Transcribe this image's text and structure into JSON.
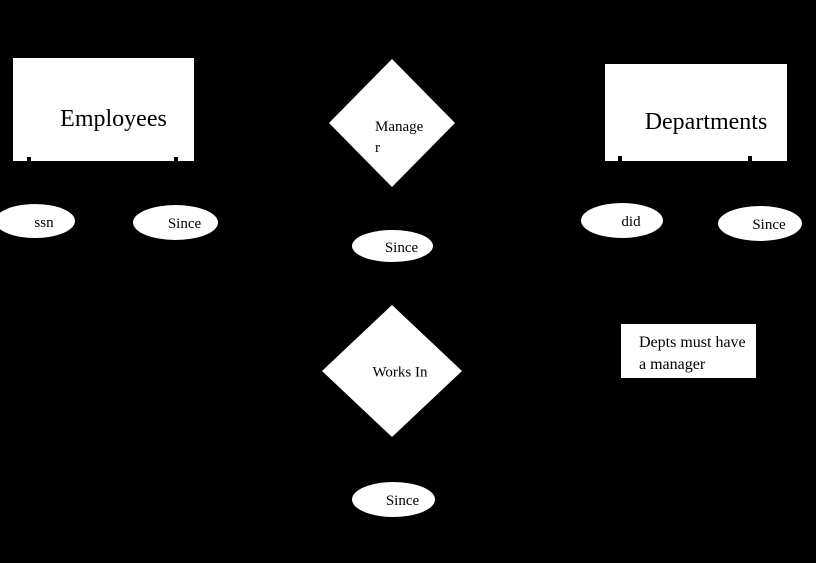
{
  "diagram": {
    "type": "er-diagram",
    "colors": {
      "background": "#000000",
      "shape_fill": "#ffffff",
      "text": "#000000"
    },
    "entities": [
      {
        "id": "employees",
        "label": "Employees"
      },
      {
        "id": "departments",
        "label": "Departments"
      }
    ],
    "relationships": [
      {
        "id": "manager",
        "label": "Manager",
        "label_lines": [
          "Manage",
          "r"
        ]
      },
      {
        "id": "works-in",
        "label": "Works In",
        "label_lines": [
          "Works In"
        ]
      }
    ],
    "attributes": [
      {
        "id": "employees-ssn",
        "label": "ssn"
      },
      {
        "id": "employees-since",
        "label": "Since"
      },
      {
        "id": "manager-since",
        "label": "Since"
      },
      {
        "id": "departments-did",
        "label": "did"
      },
      {
        "id": "departments-since",
        "label": "Since"
      },
      {
        "id": "works-in-since",
        "label": "Since"
      }
    ],
    "note": {
      "lines": [
        "Depts must have",
        "a manager"
      ]
    }
  }
}
